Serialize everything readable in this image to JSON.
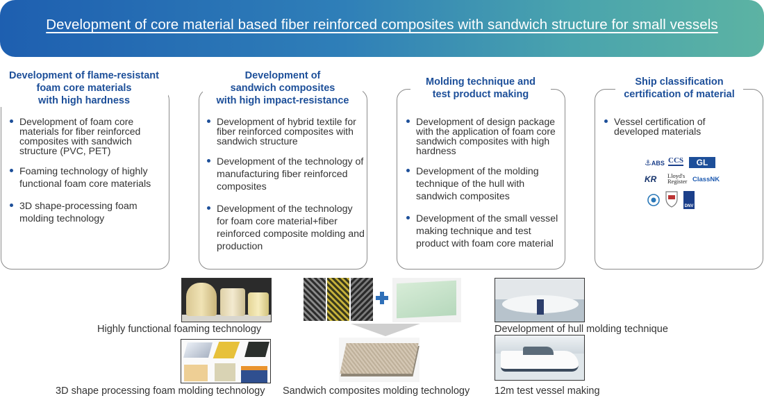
{
  "banner": {
    "title": "Development of core material based fiber reinforced composites with sandwich structure for small vessels"
  },
  "cards": [
    {
      "title_lines": [
        "Development of flame-resistant",
        "foam core materials",
        "with high hardness"
      ],
      "items": [
        "Development of foam core materials for fiber reinforced composites with sandwich structure (PVC, PET)",
        "Foaming technology of highly functional foam core materials",
        "3D shape-processing foam molding technology"
      ]
    },
    {
      "title_lines": [
        "Development of",
        "sandwich composites",
        "with high impact-resistance"
      ],
      "items": [
        "Development of hybrid textile for fiber reinforced composites with sandwich structure",
        "Development of the technology of manufacturing fiber reinforced composites",
        "Development of the technology for foam core material+fiber reinforced composite molding and production"
      ]
    },
    {
      "title_lines": [
        "Molding technique and",
        "test product making"
      ],
      "items": [
        "Development of design package with the application of foam core sandwich composites with high hardness",
        "Development of the molding technique of the hull with sandwich composites",
        "Development of the small vessel making technique and test product with foam core material"
      ]
    },
    {
      "title_lines": [
        "Ship classification",
        "certification of material"
      ],
      "items": [
        "Vessel certification of developed materials"
      ]
    }
  ],
  "logos": [
    "ABS",
    "CCS",
    "GL",
    "KR",
    "Lloyd's Register",
    "ClassNK",
    "DNV"
  ],
  "captions": {
    "foaming": "Highly functional foaming technology",
    "shape": "3D shape processing foam molding technology",
    "sandwich": "Sandwich composites molding technology",
    "hull": "Development of hull molding technique",
    "vessel": "12m test vessel making"
  },
  "colors": {
    "title_blue": "#1d4f99",
    "banner_start": "#1e5fb0",
    "banner_end": "#5cb3a3",
    "card_border": "#8a8a8a"
  }
}
